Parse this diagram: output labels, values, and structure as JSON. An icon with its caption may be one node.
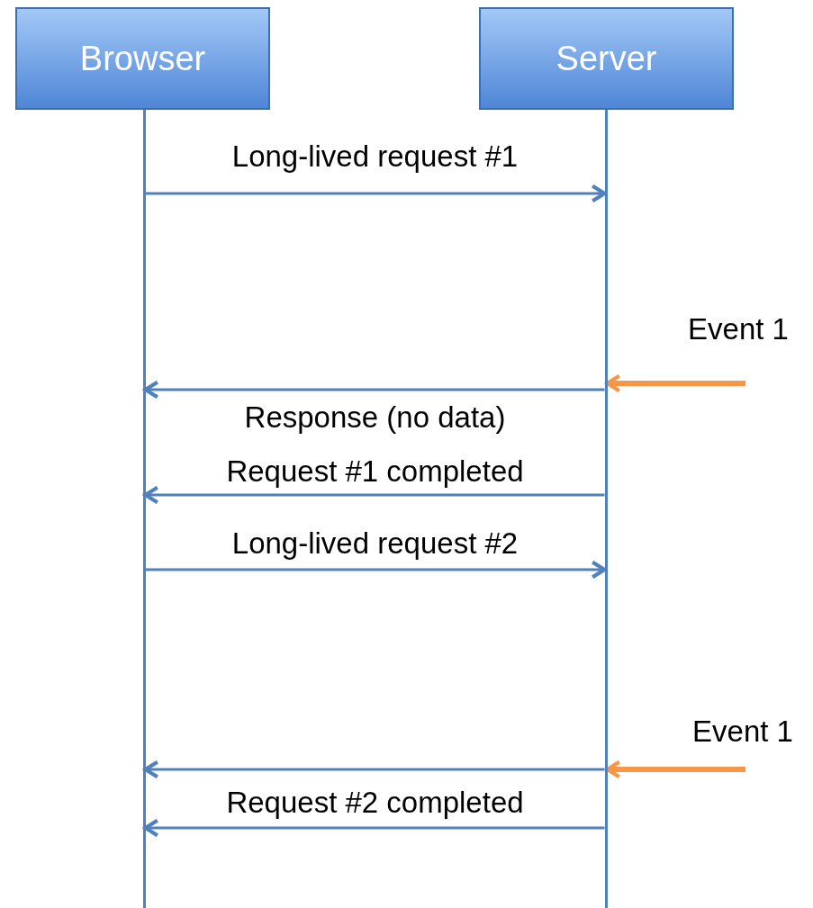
{
  "diagram": {
    "nodes": [
      {
        "text": [
          "Browser"
        ]
      },
      {
        "text": [
          "Server"
        ]
      },
      {
        "text": [],
        "shape": "line"
      },
      {
        "text": [],
        "shape": "line"
      }
    ],
    "edges": [
      {
        "from": 2,
        "to": 3,
        "arrow": "to",
        "label": "Long-lived request #1"
      },
      {
        "from": 3,
        "to": 2,
        "arrow": "to",
        "label": "Response (no data)"
      },
      {
        "from": 3,
        "to": 2,
        "arrow": "to",
        "label": "Request #1 completed"
      },
      {
        "from": 2,
        "to": 3,
        "arrow": "to",
        "label": "Long-lived request #2"
      },
      {
        "from": null,
        "to": 3,
        "arrow": "to",
        "style": "thick",
        "color": "#f79646"
      },
      {
        "from": 3,
        "to": 2,
        "arrow": "to"
      },
      {
        "from": 3,
        "to": 2,
        "arrow": "to",
        "label": "Request #2 completed"
      },
      {
        "from": null,
        "to": 3,
        "arrow": "to",
        "style": "thick",
        "color": "#f79646"
      }
    ],
    "labels": [
      "Event 1",
      "Event 1"
    ]
  }
}
